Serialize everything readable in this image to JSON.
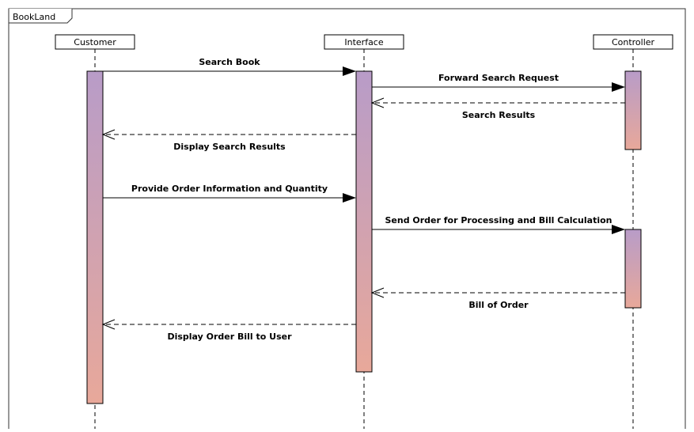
{
  "frame": {
    "title": "BookLand"
  },
  "lifelines": [
    {
      "id": "customer",
      "label": "Customer"
    },
    {
      "id": "interface",
      "label": "Interface"
    },
    {
      "id": "controller",
      "label": "Controller"
    }
  ],
  "messages": [
    {
      "label": "Search Book",
      "from": "customer",
      "to": "interface",
      "kind": "sync"
    },
    {
      "label": "Forward Search Request",
      "from": "interface",
      "to": "controller",
      "kind": "sync"
    },
    {
      "label": "Search Results",
      "from": "controller",
      "to": "interface",
      "kind": "return"
    },
    {
      "label": "Display Search Results",
      "from": "interface",
      "to": "customer",
      "kind": "return"
    },
    {
      "label": "Provide Order Information and Quantity",
      "from": "customer",
      "to": "interface",
      "kind": "sync"
    },
    {
      "label": "Send Order for Processing and Bill Calculation",
      "from": "interface",
      "to": "controller",
      "kind": "sync"
    },
    {
      "label": "Bill of Order",
      "from": "controller",
      "to": "interface",
      "kind": "return"
    },
    {
      "label": "Display Order Bill to User",
      "from": "interface",
      "to": "customer",
      "kind": "return"
    }
  ],
  "colors": {
    "activation_top": "#b89cc8",
    "activation_bottom": "#e8a89a",
    "line": "#000000",
    "frame_border": "#333333"
  }
}
